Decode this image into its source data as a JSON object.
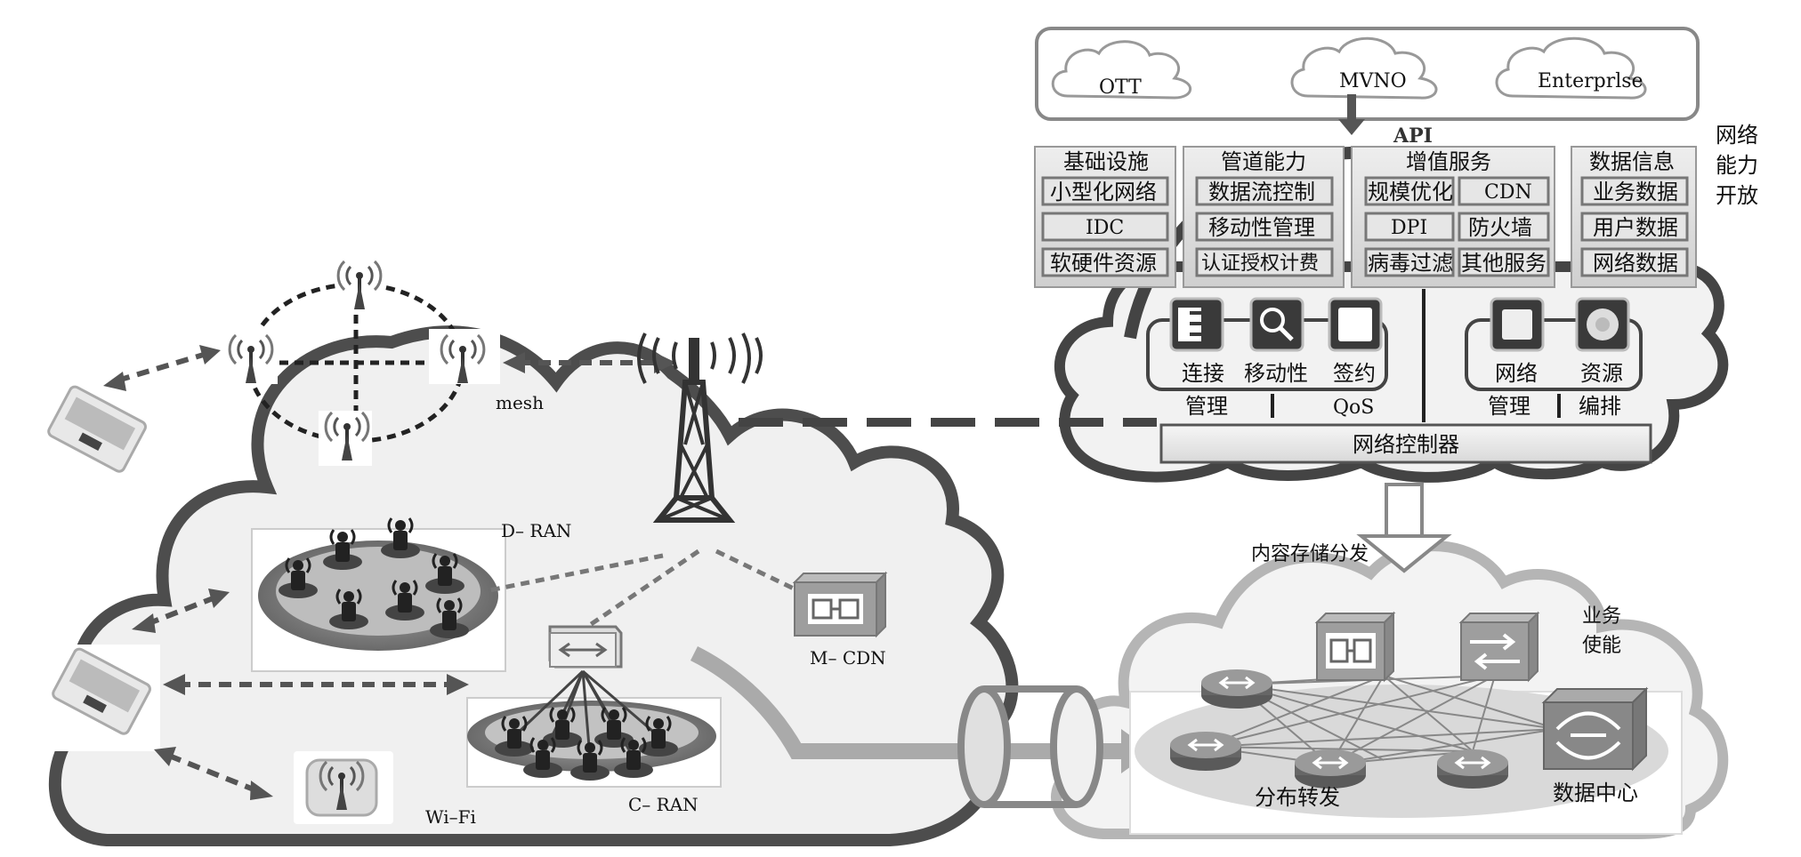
{
  "top_clouds": {
    "ott": "OTT",
    "mvno": "MVNO",
    "enterprise": "Enterprlse"
  },
  "api_label": "API",
  "side_label": [
    "网络",
    "能力",
    "开放"
  ],
  "capability_groups": [
    {
      "title": "基础设施",
      "items": [
        "小型化网络",
        "IDC",
        "软硬件资源"
      ]
    },
    {
      "title": "管道能力",
      "items": [
        "数据流控制",
        "移动性管理",
        "认证授权计费"
      ]
    },
    {
      "title": "增值服务",
      "items": [
        "规模优化",
        "CDN",
        "DPI",
        "防火墙",
        "病毒过滤",
        "其他服务"
      ]
    },
    {
      "title": "数据信息",
      "items": [
        "业务数据",
        "用户数据",
        "网络数据"
      ]
    }
  ],
  "controller": {
    "icon_labels": [
      "连接",
      "移动性",
      "签约",
      "网络",
      "资源"
    ],
    "group_labels": [
      "管理",
      "QoS",
      "管理",
      "编排"
    ],
    "bar_label": "网络控制器"
  },
  "access_cloud": {
    "mesh": "mesh",
    "d_ran": "D– RAN",
    "c_ran": "C– RAN",
    "m_cdn": "M– CDN",
    "wifi": "Wi–Fi"
  },
  "core_cloud": {
    "content": "内容存储分发",
    "service": [
      "业务",
      "使能"
    ],
    "forwarding": "分布转发",
    "datacenter": "数据中心"
  }
}
